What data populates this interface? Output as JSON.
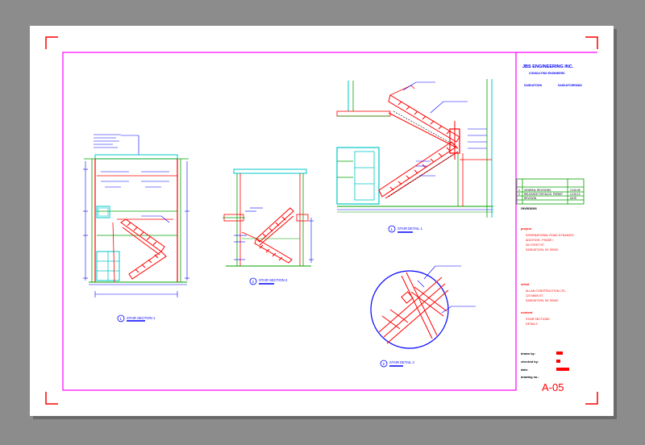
{
  "title_block": {
    "firm": "JBS ENGINEERING INC.",
    "firm_sub": "CONSULTING ENGINEERS",
    "city_left": "SASKATOON",
    "city_right": "SASKATCHEWAN",
    "revisions": [
      {
        "no": "1",
        "desc": "GENERAL REVISIONS",
        "date": "12.06.08"
      },
      {
        "no": "2",
        "desc": "RELEASED FOR BLDG. PERMIT",
        "date": "12.06.13"
      },
      {
        "no": "",
        "desc": "REVISION",
        "date": "DATE"
      }
    ],
    "revisions_label": "revisions",
    "project_label": "project",
    "project_lines": [
      "INTERNATIONAL ROAD DYNAMICS",
      "ADDITION - PHASE I",
      "301 FIRST ST.",
      "SASKATOON, SK S0000"
    ],
    "client_label": "client",
    "client_lines": [
      "ALLAN CONSTRUCTION LTD.",
      "123 MAIN ST.",
      "SASKATOON, SK S0000"
    ],
    "content_label": "content",
    "content_lines": [
      "STAIR SECTIONS",
      "DETAILS"
    ],
    "drawn_by_label": "drawn by:",
    "checked_by_label": "checked by:",
    "date_label": "date:",
    "drawing_no_label": "drawing no.:",
    "drawing_no": "A-05"
  },
  "views": [
    {
      "num": "1",
      "title": "STAIR SECTION 1"
    },
    {
      "num": "2",
      "title": "STAIR SECTION 2"
    },
    {
      "num": "1",
      "title": "STAIR DETAIL 1"
    },
    {
      "num": "2",
      "title": "STAIR DETAIL 2"
    }
  ],
  "colors": {
    "desktop": "#8c8c8c",
    "paper": "#ffffff",
    "border": "#ff00ff",
    "stair": "#ff0000",
    "cyan": "#00c8c8",
    "green": "#00a000",
    "annotation": "#0000ff"
  }
}
